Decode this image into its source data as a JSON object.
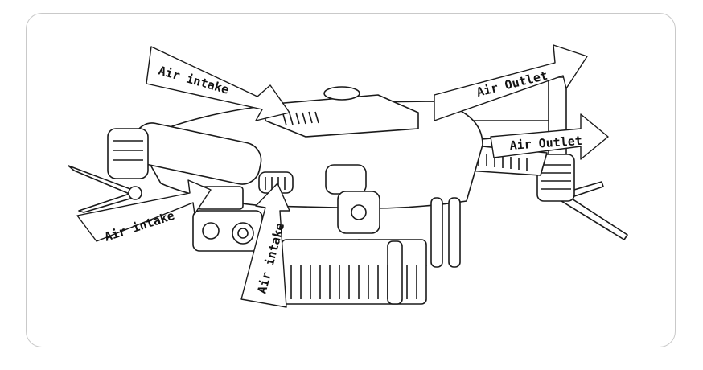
{
  "labels": {
    "intake_top": "Air intake",
    "outlet_top": "Air Outlet",
    "outlet_right": "Air Outlet",
    "intake_left": "Air intake",
    "intake_bottom": "Air intake"
  },
  "colors": {
    "line": "#1a1a1a",
    "frame": "#c9c9c9",
    "fill": "#ffffff",
    "shade": "#d6d6d6"
  },
  "icons": {
    "drone": "drone-illustration",
    "arrow": "airflow-arrow"
  }
}
